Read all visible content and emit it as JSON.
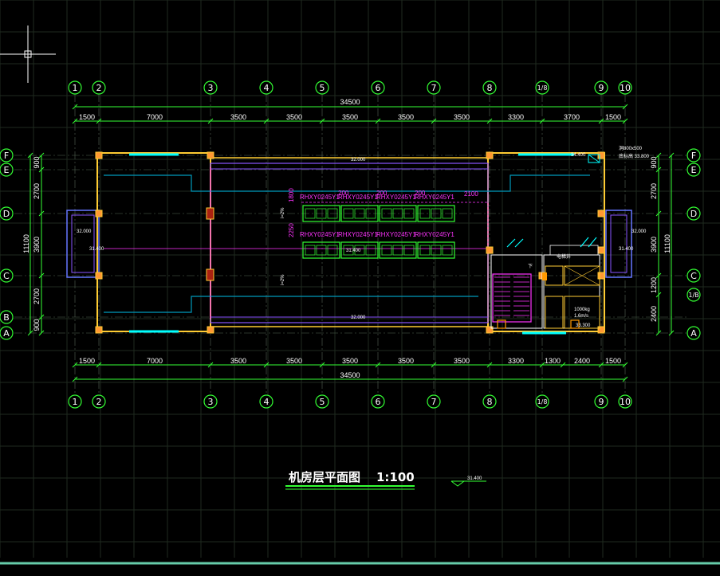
{
  "drawing": {
    "title": "机房层平面图",
    "scale": "1:100",
    "elevation_mark": "31.400"
  },
  "axes": {
    "columns": [
      "1",
      "2",
      "3",
      "4",
      "5",
      "6",
      "7",
      "8",
      "1/8",
      "9",
      "10"
    ],
    "rows": [
      "F",
      "E",
      "D",
      "C",
      "B",
      "A"
    ],
    "rows_right": [
      "F",
      "E",
      "D",
      "C",
      "1/B",
      "A"
    ]
  },
  "dimensions": {
    "top_total": "34500",
    "top_segments": [
      "1500",
      "7000",
      "3500",
      "3500",
      "3500",
      "3500",
      "3500",
      "3300",
      "3700",
      "1500"
    ],
    "bottom_total": "34500",
    "bottom_segments": [
      "1500",
      "7000",
      "3500",
      "3500",
      "3500",
      "3500",
      "3500",
      "3300",
      "1300",
      "2400",
      "1500"
    ],
    "left_total": "11100",
    "left_segments": [
      "900",
      "2700",
      "3900",
      "2700",
      "900"
    ],
    "right_total": "11100",
    "right_segments": [
      "900",
      "2700",
      "3900",
      "1200",
      "2400"
    ]
  },
  "annotations": {
    "equipment_row1": [
      "RHXY0245Y1",
      "RHXY0245Y1",
      "RHXY0245Y1",
      "RHXY0245Y1"
    ],
    "equipment_row2": [
      "RHXY0245Y1",
      "RHXY0245Y1",
      "RHXY0245Y1",
      "RHXY0245Y1"
    ],
    "gap_200": "200",
    "span_2100": "2100",
    "dim_1800": "1800",
    "dim_2250": "2250",
    "slope_left": "i=2%",
    "level_34400": "34.400",
    "level_32000": "32.000",
    "level_31400": "31.400",
    "level_33300": "33.300",
    "opening_note": "洞800x500",
    "opening_level": "底标高 33.800",
    "shaft_label": "电梯井",
    "down_label": "下",
    "machine_room": "1000kg",
    "machine_speed": "1.6m/s"
  },
  "colors": {
    "wall": "#ffcc33",
    "grid_line": "#1f2a1f",
    "axis_circle": "#33ff33",
    "dimension": "#33ff33",
    "equipment": "#33ff33",
    "roof_outline": "#4466ff",
    "pipe": "#ff33ff",
    "duct": "#0099bb",
    "window": "#00ffff",
    "status_bar": "#66ccaa"
  }
}
